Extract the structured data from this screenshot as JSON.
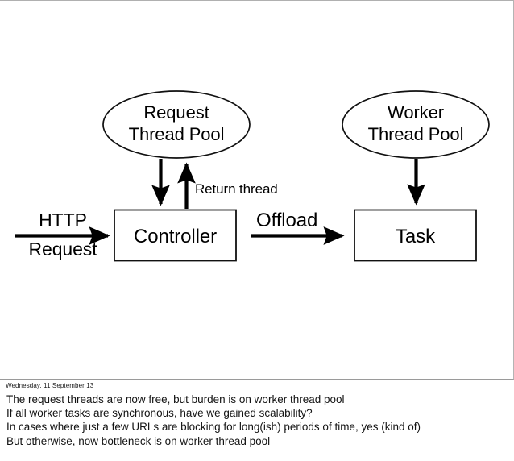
{
  "slide": {
    "diagram": {
      "type": "flow-diagram",
      "nodes": [
        {
          "id": "request-thread-pool",
          "shape": "ellipse",
          "line1": "Request",
          "line2": "Thread Pool"
        },
        {
          "id": "worker-thread-pool",
          "shape": "ellipse",
          "line1": "Worker",
          "line2": "Thread Pool"
        },
        {
          "id": "controller",
          "shape": "rect",
          "label": "Controller"
        },
        {
          "id": "task",
          "shape": "rect",
          "label": "Task"
        }
      ],
      "edges": [
        {
          "id": "http-request",
          "from": "external",
          "to": "controller",
          "label_line1": "HTTP",
          "label_line2": "Request",
          "direction": "right"
        },
        {
          "id": "dispatch-thread",
          "from": "request-thread-pool",
          "to": "controller",
          "label": "",
          "direction": "down"
        },
        {
          "id": "return-thread",
          "from": "controller",
          "to": "request-thread-pool",
          "label": "Return thread",
          "direction": "up"
        },
        {
          "id": "offload",
          "from": "controller",
          "to": "task",
          "label": "Offload",
          "direction": "right"
        },
        {
          "id": "worker-assign",
          "from": "worker-thread-pool",
          "to": "task",
          "label": "",
          "direction": "down"
        }
      ]
    }
  },
  "notes": {
    "date": "Wednesday, 11 September 13",
    "lines": [
      "The request threads are now free, but burden is on worker thread pool",
      "If all worker tasks are synchronous, have we gained scalability?",
      "In cases where just a few URLs are blocking for long(ish) periods of time, yes (kind of)",
      "But otherwise, now bottleneck is on worker thread pool"
    ]
  },
  "colors": {
    "stroke": "#000000",
    "background": "#ffffff",
    "slide_border": "#b4b4b4",
    "text": "#000000"
  }
}
